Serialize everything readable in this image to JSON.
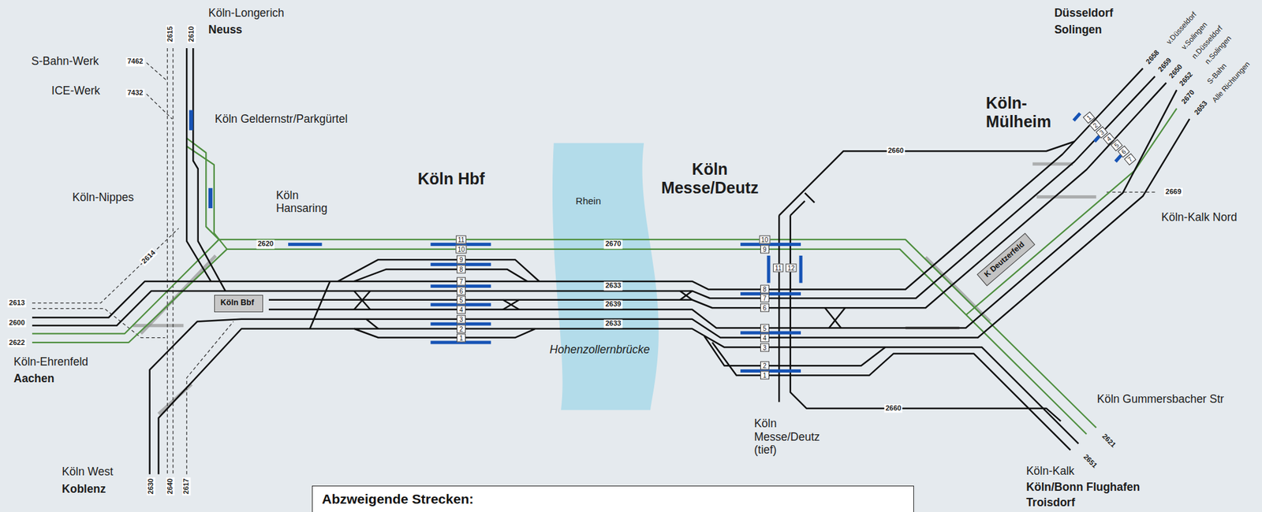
{
  "diagram": {
    "nodes": [
      {
        "text": [
          "Köln Bbf"
        ]
      },
      {
        "text": [
          "K Deutzerfeld"
        ]
      },
      {
        "text": [
          "Abzweigende Strecken:"
        ]
      }
    ],
    "labels": [
      "Köln-Longerich",
      "Neuss",
      "S-Bahn-Werk",
      "7462",
      "ICE-Werk",
      "7432",
      "2615",
      "2610",
      "Köln Geldernstr/Parkgürtel",
      "Köln-Nippes",
      "Köln Hansaring",
      "Köln Hbf",
      "2620",
      "2614",
      "2613",
      "2600",
      "2622",
      "Köln-Ehrenfeld",
      "Aachen",
      "Köln West",
      "Koblenz",
      "2630",
      "2640",
      "2617",
      "11",
      "10",
      "9",
      "8",
      "7",
      "6",
      "5",
      "4",
      "3",
      "2",
      "1",
      "2670",
      "2633",
      "2639",
      "2633",
      "Rhein",
      "Hohenzollernbrücke",
      "Köln Messe/Deutz",
      "10",
      "9",
      "11",
      "12",
      "8",
      "7",
      "6",
      "5",
      "4",
      "3",
      "2",
      "1",
      "Köln Messe/Deutz (tief)",
      "2660",
      "2660",
      "Köln-Mülheim",
      "Düsseldorf",
      "Solingen",
      "v.Düsseldorf",
      "v.Solingen",
      "n.Düsseldorf",
      "n.Solingen",
      "2658",
      "2659",
      "2650",
      "2652",
      "S-Bahn",
      "Alle Richtungen",
      "2670",
      "2653",
      "1",
      "2",
      "3",
      "4",
      "5",
      "6",
      "7",
      "2669",
      "Köln-Kalk Nord",
      "Köln Gummersbacher Str",
      "2621",
      "2651",
      "Köln-Kalk",
      "Köln/Bonn Flughafen",
      "Troisdorf"
    ]
  }
}
